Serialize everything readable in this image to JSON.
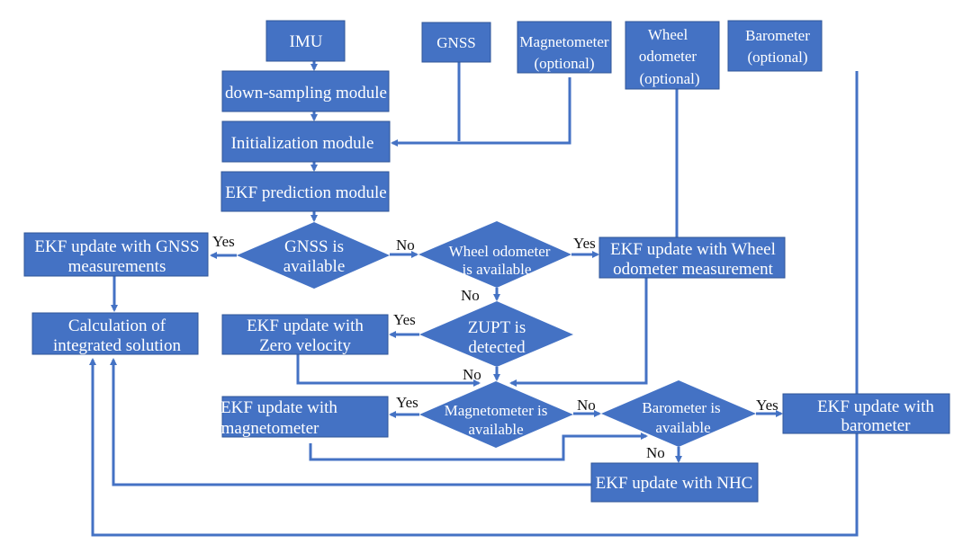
{
  "diagram": {
    "color": "#4472C4",
    "nodes": {
      "imu": [
        "IMU"
      ],
      "gnss": [
        "GNSS"
      ],
      "magnetometer": [
        "Magnetometer",
        "(optional)"
      ],
      "wheel": [
        "Wheel",
        "odometer",
        "(optional)"
      ],
      "barometer": [
        "Barometer",
        "(optional)"
      ],
      "downsampling": [
        "down-sampling module"
      ],
      "init": [
        "Initialization module"
      ],
      "prediction": [
        "EKF prediction module"
      ],
      "gnss_update": [
        "EKF update with GNSS",
        "measurements"
      ],
      "calc": [
        "Calculation of",
        "integrated solution"
      ],
      "gnss_avail": [
        "GNSS is",
        "available"
      ],
      "wheel_avail": [
        "Wheel odometer",
        "is available"
      ],
      "wheel_update": [
        "EKF update with Wheel",
        "odometer measurement"
      ],
      "zupt": [
        "ZUPT  is",
        "detected"
      ],
      "zero_update": [
        "EKF update with",
        "Zero velocity"
      ],
      "mag_avail": [
        "Magnetometer is",
        "available"
      ],
      "mag_update": [
        "EKF update with",
        "magnetometer"
      ],
      "baro_avail": [
        "Barometer is",
        "available"
      ],
      "baro_update": [
        "EKF update with",
        "barometer"
      ],
      "nhc_update": [
        "EKF update with NHC"
      ]
    },
    "labels": {
      "yes": "Yes",
      "no": "No"
    }
  }
}
